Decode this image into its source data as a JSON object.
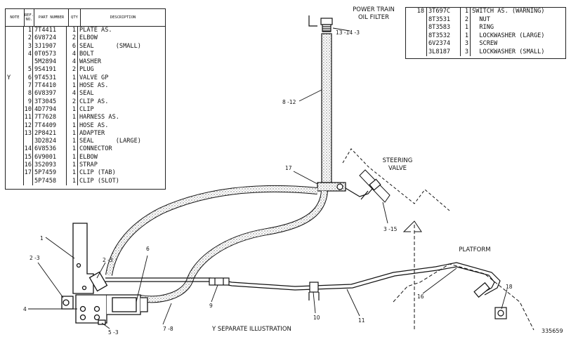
{
  "parts_table": {
    "headers": {
      "note": "NOTE",
      "ref": "REF. NO.",
      "part": "PART NUMBER",
      "qty": "QTY",
      "desc": "DESCRIPTION"
    },
    "rows": [
      {
        "note": "",
        "ref": "1",
        "part": "7T4411",
        "qty": "1",
        "desc": "PLATE AS."
      },
      {
        "note": "",
        "ref": "2",
        "part": "6V8724",
        "qty": "2",
        "desc": "ELBOW"
      },
      {
        "note": "",
        "ref": "3",
        "part": "3J1907",
        "qty": "6",
        "desc": "SEAL      (SMALL)"
      },
      {
        "note": "",
        "ref": "4",
        "part": "0T0573",
        "qty": "4",
        "desc": "BOLT"
      },
      {
        "note": "",
        "ref": "",
        "part": "5M2894",
        "qty": "4",
        "desc": "WASHER"
      },
      {
        "note": "",
        "ref": "5",
        "part": "9S4191",
        "qty": "2",
        "desc": "PLUG"
      },
      {
        "note": "Y",
        "ref": "6",
        "part": "9T4531",
        "qty": "1",
        "desc": "VALVE GP"
      },
      {
        "note": "",
        "ref": "7",
        "part": "7T4410",
        "qty": "1",
        "desc": "HOSE AS."
      },
      {
        "note": "",
        "ref": "8",
        "part": "6V8397",
        "qty": "4",
        "desc": "SEAL"
      },
      {
        "note": "",
        "ref": "9",
        "part": "3T3045",
        "qty": "2",
        "desc": "CLIP AS."
      },
      {
        "note": "",
        "ref": "10",
        "part": "4D7794",
        "qty": "1",
        "desc": "CLIP"
      },
      {
        "note": "",
        "ref": "11",
        "part": "7T7628",
        "qty": "1",
        "desc": "HARNESS AS."
      },
      {
        "note": "",
        "ref": "12",
        "part": "7T4409",
        "qty": "1",
        "desc": "HOSE AS."
      },
      {
        "note": "",
        "ref": "13",
        "part": "2P8421",
        "qty": "1",
        "desc": "ADAPTER"
      },
      {
        "note": "",
        "ref": "",
        "part": "3D2824",
        "qty": "1",
        "desc": "SEAL      (LARGE)"
      },
      {
        "note": "",
        "ref": "14",
        "part": "6V8536",
        "qty": "1",
        "desc": "CONNECTOR"
      },
      {
        "note": "",
        "ref": "15",
        "part": "6V9001",
        "qty": "1",
        "desc": "ELBOW"
      },
      {
        "note": "",
        "ref": "16",
        "part": "3S2093",
        "qty": "1",
        "desc": "STRAP"
      },
      {
        "note": "",
        "ref": "17",
        "part": "5P7459",
        "qty": "1",
        "desc": "CLIP (TAB)"
      },
      {
        "note": "",
        "ref": "",
        "part": "5P7458",
        "qty": "1",
        "desc": "CLIP (SLOT)"
      }
    ]
  },
  "switch_table": {
    "rows": [
      {
        "ref": "18",
        "part": "3T697C",
        "qty": "1",
        "desc": "SWITCH AS. (WARNING)"
      },
      {
        "ref": "",
        "part": "8T3531",
        "qty": "2",
        "desc": "  NUT"
      },
      {
        "ref": "",
        "part": "8T3583",
        "qty": "1",
        "desc": "  RING"
      },
      {
        "ref": "",
        "part": "8T3532",
        "qty": "1",
        "desc": "  LOCKWASHER (LARGE)"
      },
      {
        "ref": "",
        "part": "6V2374",
        "qty": "3",
        "desc": "  SCREW"
      },
      {
        "ref": "",
        "part": "3L8187",
        "qty": "3",
        "desc": "  LOCKWASHER (SMALL)"
      }
    ]
  },
  "labels": {
    "power_train_1": "POWER TRAIN",
    "power_train_2": "OIL FILTER",
    "steering_1": "STEERING",
    "steering_2": "VALVE",
    "platform": "PLATFORM",
    "footnote": "Y   SEPARATE ILLUSTRATION",
    "drawing_no": "335659"
  },
  "callouts": {
    "c13": "13 -14 -3",
    "c8": "8 -12",
    "c17": "17",
    "c3_15": "3 -15",
    "c1": "1",
    "c2_3a": "2 -3",
    "c2_3b": "2 -3",
    "c6": "6",
    "c4": "4",
    "c5_3": "5 -3",
    "c7_8": "7 -8",
    "c9": "9",
    "c10": "10",
    "c11": "11",
    "c16": "16",
    "c18": "18"
  }
}
